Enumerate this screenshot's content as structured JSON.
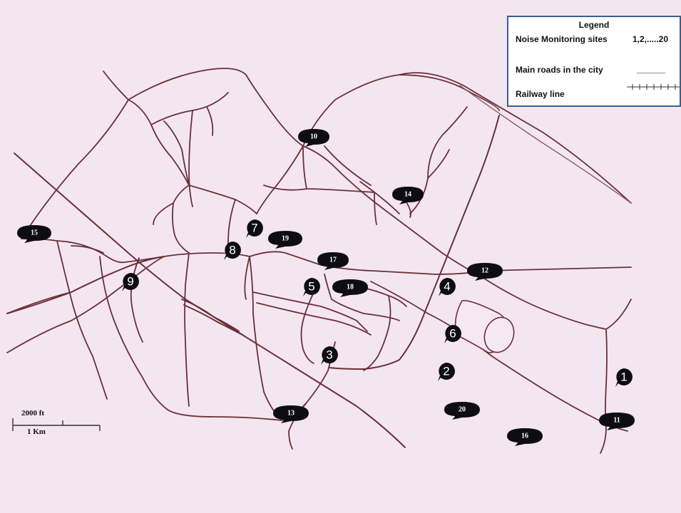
{
  "legend": {
    "title": "Legend",
    "items": [
      {
        "label": "Noise Monitoring sites",
        "symbol": "1,2,.....20"
      },
      {
        "label": "Main roads in the city",
        "symbol": "______"
      },
      {
        "label": "Railway line",
        "symbol": "railway-ticks"
      }
    ]
  },
  "scale_bar": {
    "top_label": "2000 ft",
    "bottom_label": "1 Km"
  },
  "sites": {
    "teardrop": [
      "10",
      "14",
      "15",
      "19",
      "17",
      "12",
      "18",
      "13",
      "20",
      "16",
      "11"
    ],
    "circle": [
      "7",
      "8",
      "9",
      "5",
      "4",
      "6",
      "3",
      "2",
      "1"
    ]
  },
  "colors": {
    "map_background": "#f3e6f1",
    "road": "#6b2f38",
    "marker": "#0d0d12",
    "legend_border": "#3b5f8f"
  }
}
